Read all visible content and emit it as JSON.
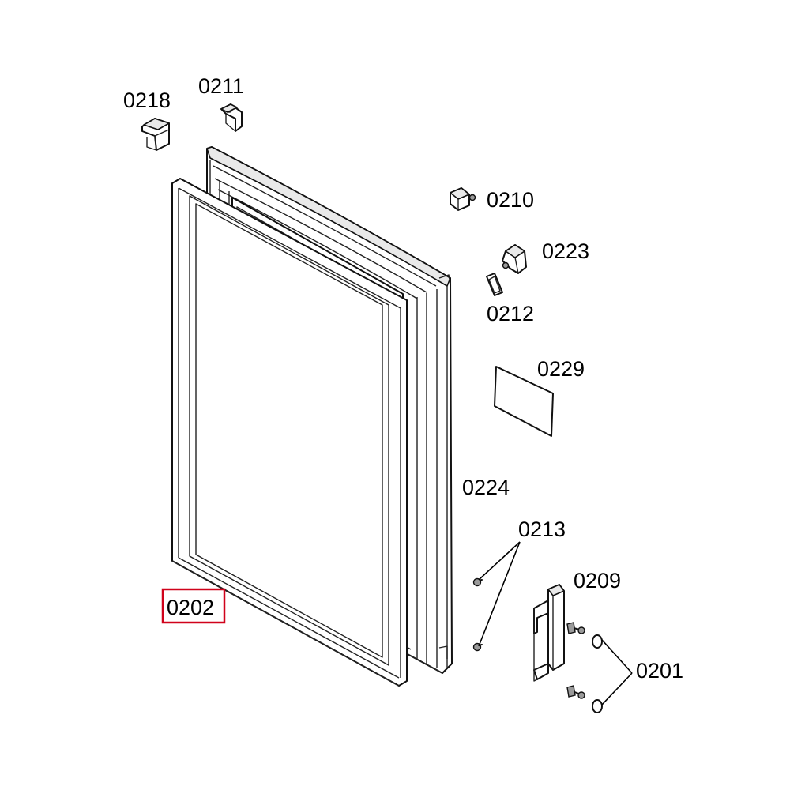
{
  "diagram": {
    "highlight_color": "#d0021b",
    "highlighted_part": "0202",
    "labels": {
      "p0218": "0218",
      "p0211": "0211",
      "p0210": "0210",
      "p0223": "0223",
      "p0212": "0212",
      "p0229": "0229",
      "p0224": "0224",
      "p0213": "0213",
      "p0209": "0209",
      "p0201": "0201",
      "p0202": "0202"
    }
  }
}
